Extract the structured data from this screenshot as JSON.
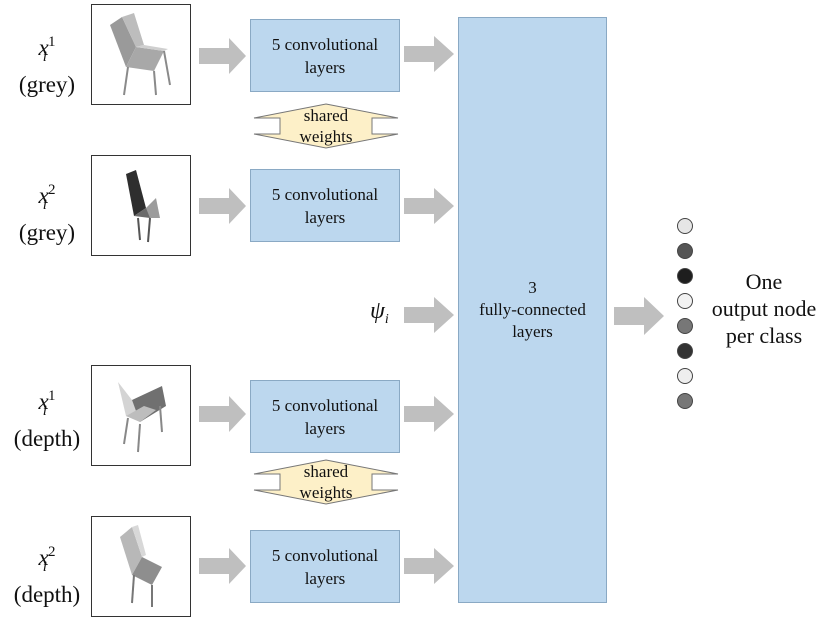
{
  "inputs": [
    {
      "var": "x",
      "sub": "i",
      "sup": "1",
      "kind": "(grey)"
    },
    {
      "var": "x",
      "sub": "i",
      "sup": "2",
      "kind": "(grey)"
    },
    {
      "var": "x",
      "sub": "i",
      "sup": "1",
      "kind": "(depth)"
    },
    {
      "var": "x",
      "sub": "i",
      "sup": "2",
      "kind": "(depth)"
    }
  ],
  "conv_block": {
    "line1": "5 convolutional",
    "line2": "layers"
  },
  "shared": {
    "line1": "shared",
    "line2": "weights"
  },
  "psi": {
    "symbol": "ψ",
    "sub": "i"
  },
  "fc": {
    "line1": "3",
    "line2": "fully-connected",
    "line3": "layers"
  },
  "output": {
    "line1": "One",
    "line2": "output node",
    "line3": "per class"
  },
  "output_nodes": [
    "#e6e6e6",
    "#555555",
    "#1e1e1e",
    "#f2f2f2",
    "#777777",
    "#333333",
    "#eeeeee",
    "#777777"
  ],
  "colors": {
    "conv_fill": "#bcd7ee",
    "shared_fill": "#fdf0c8",
    "arrow": "#bfbfbf"
  }
}
